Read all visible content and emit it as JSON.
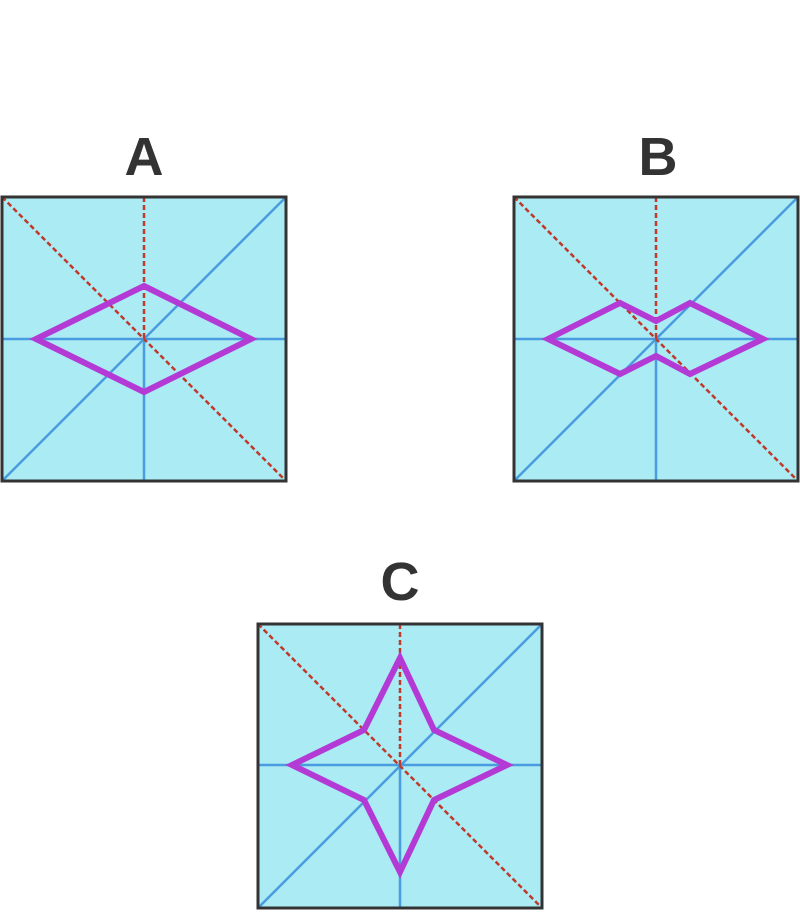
{
  "colors": {
    "paper": "#aaebf4",
    "border": "#333333",
    "mountain_fold": "#4a9ce0",
    "valley_fold": "#c0392b",
    "cut_outline": "#b43ad6",
    "label_text": "#333333"
  },
  "figures": [
    {
      "id": "a",
      "label": "A",
      "shape": "rhombus"
    },
    {
      "id": "b",
      "label": "B",
      "shape": "bowtie-hexagon"
    },
    {
      "id": "c",
      "label": "C",
      "shape": "four-point-star"
    }
  ]
}
